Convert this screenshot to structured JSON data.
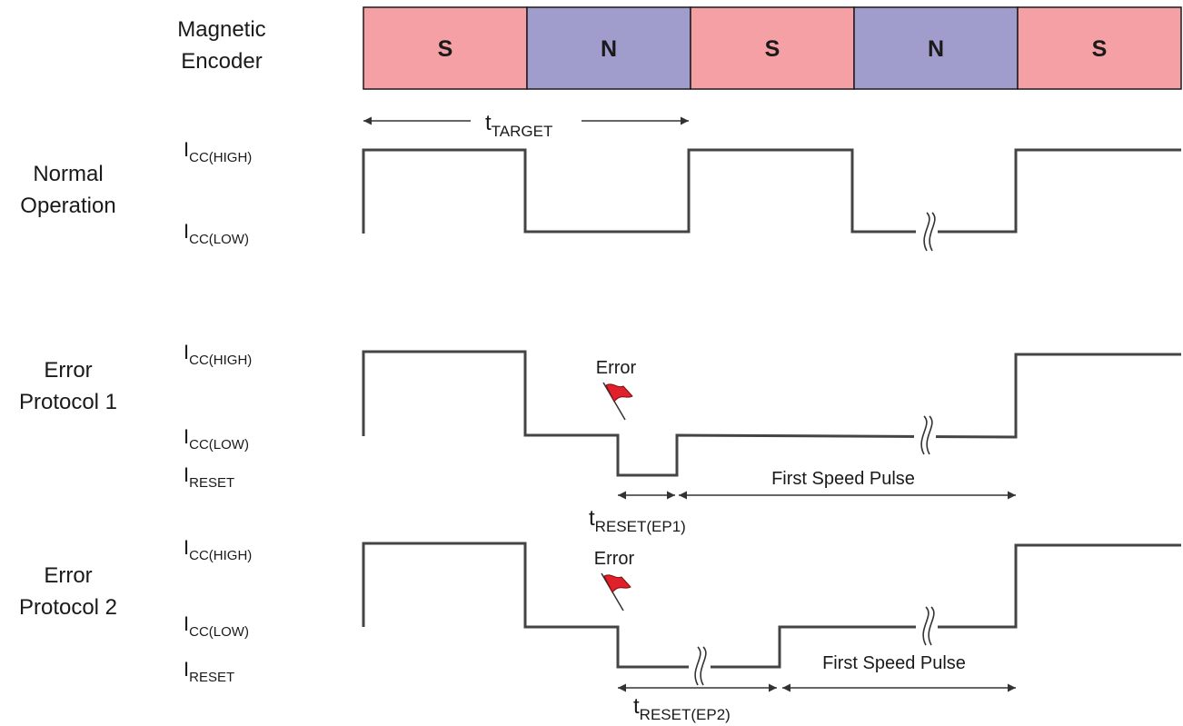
{
  "row_labels": {
    "encoder": [
      "Magnetic",
      "Encoder"
    ],
    "normal": [
      "Normal",
      "Operation"
    ],
    "ep1": [
      "Error",
      "Protocol 1"
    ],
    "ep2": [
      "Error",
      "Protocol 2"
    ]
  },
  "encoder_poles": [
    "S",
    "N",
    "S",
    "N",
    "S"
  ],
  "pole_colors": {
    "S": "#f4a0a4",
    "N": "#a09ccc"
  },
  "level_labels": {
    "icc_high": {
      "main": "I",
      "sub": "CC(HIGH)"
    },
    "icc_low": {
      "main": "I",
      "sub": "CC(LOW)"
    },
    "ireset": {
      "main": "I",
      "sub": "RESET"
    }
  },
  "timing_labels": {
    "t_target": {
      "main": "t",
      "sub": "TARGET"
    },
    "t_reset_ep1": {
      "main": "t",
      "sub": "RESET(EP1)"
    },
    "t_reset_ep2": {
      "main": "t",
      "sub": "RESET(EP2)"
    }
  },
  "error_label": "Error",
  "first_speed_pulse": "First Speed Pulse",
  "flag_color": "#e0202a",
  "waveform_color": "#444444"
}
